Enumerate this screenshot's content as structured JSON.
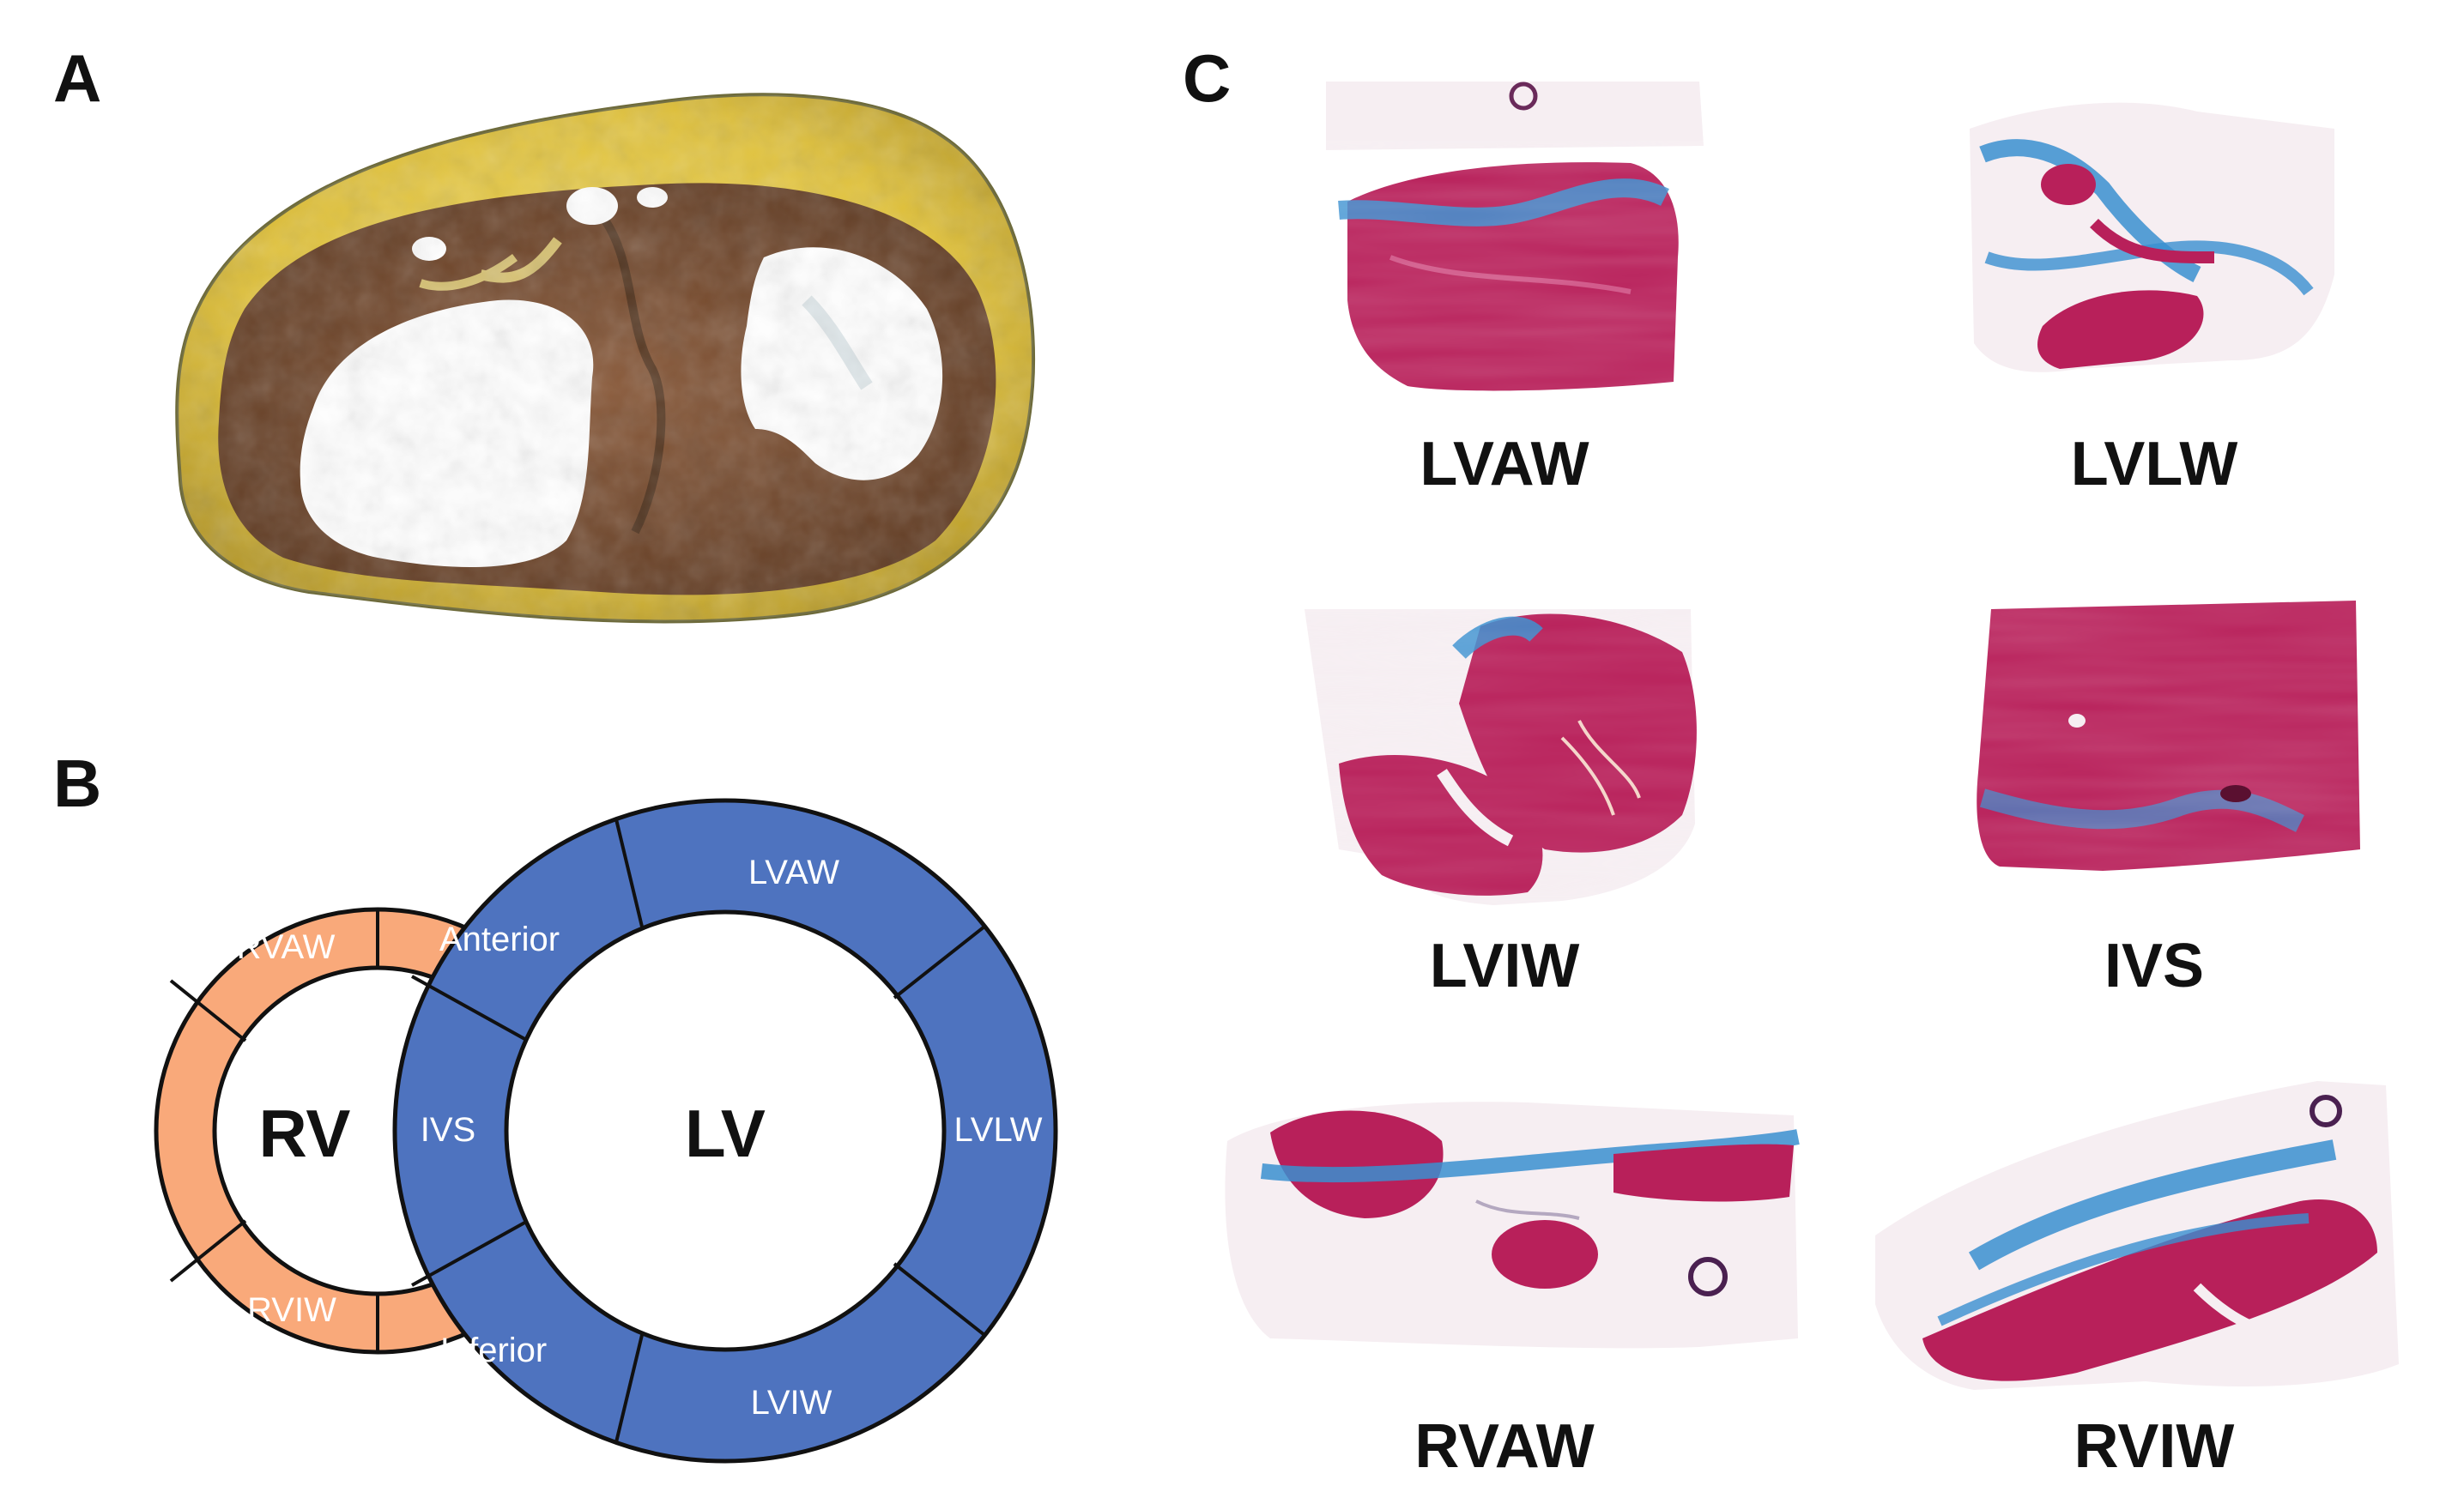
{
  "panels": {
    "a": "A",
    "b": "B",
    "c": "C"
  },
  "diagram": {
    "rv_label": "RV",
    "lv_label": "LV",
    "rv_segments": [
      "RVAW",
      "RVIW"
    ],
    "lv_segments": [
      "Anterior",
      "LVAW",
      "IVS",
      "LVLW",
      "Inferior",
      "LVIW"
    ]
  },
  "histology_labels": [
    "LVAW",
    "LVLW",
    "LVIW",
    "IVS",
    "RVAW",
    "RVIW"
  ],
  "colors": {
    "rv_ring": "#F9A97A",
    "lv_ring": "#4E73BF",
    "stain_muscle": "#B8205A",
    "stain_collagen": "#3A8FD0",
    "fat": "#E3C43A"
  }
}
